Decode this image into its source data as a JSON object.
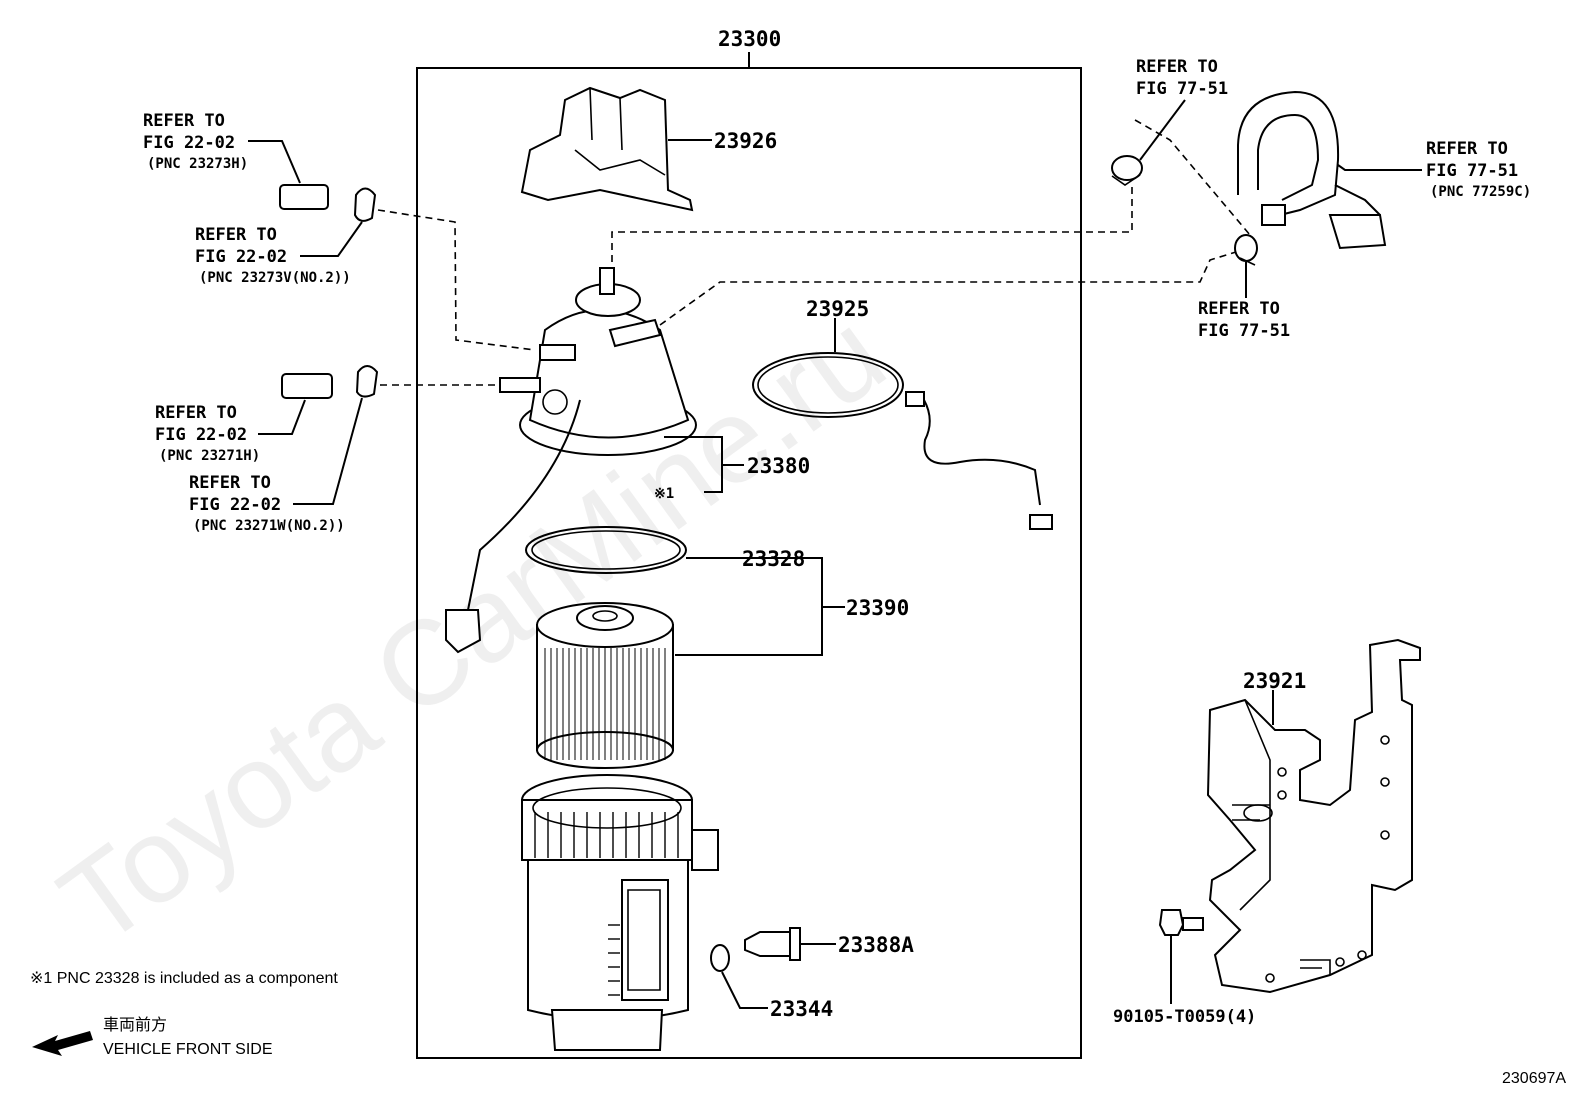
{
  "assembly_label": "23300",
  "parts": {
    "p23926": "23926",
    "p23925": "23925",
    "p23380": "23380",
    "p23328": "23328",
    "p23390": "23390",
    "p23388A": "23388A",
    "p23344": "23344",
    "p23921": "23921",
    "bolt": "90105-T0059(4)"
  },
  "marker_1": "※1",
  "refs": [
    {
      "line1": "REFER TO",
      "line2": "FIG 22-02",
      "pnc": "(PNC 23273H)"
    },
    {
      "line1": "REFER TO",
      "line2": "FIG 22-02",
      "pnc": "(PNC 23273V(NO.2))"
    },
    {
      "line1": "REFER TO",
      "line2": "FIG 22-02",
      "pnc": "(PNC 23271H)"
    },
    {
      "line1": "REFER TO",
      "line2": "FIG 22-02",
      "pnc": "(PNC 23271W(NO.2))"
    },
    {
      "line1": "REFER TO",
      "line2": "FIG 77-51"
    },
    {
      "line1": "REFER TO",
      "line2": "FIG 77-51",
      "pnc": "(PNC 77259C)"
    },
    {
      "line1": "REFER TO",
      "line2": "FIG 77-51"
    }
  ],
  "footnote": "※1  PNC 23328 is included as a component",
  "direction_jp": "車両前方",
  "direction_en": "VEHICLE FRONT SIDE",
  "figure_id": "230697A",
  "watermark": "Toyota CarMine.ru"
}
